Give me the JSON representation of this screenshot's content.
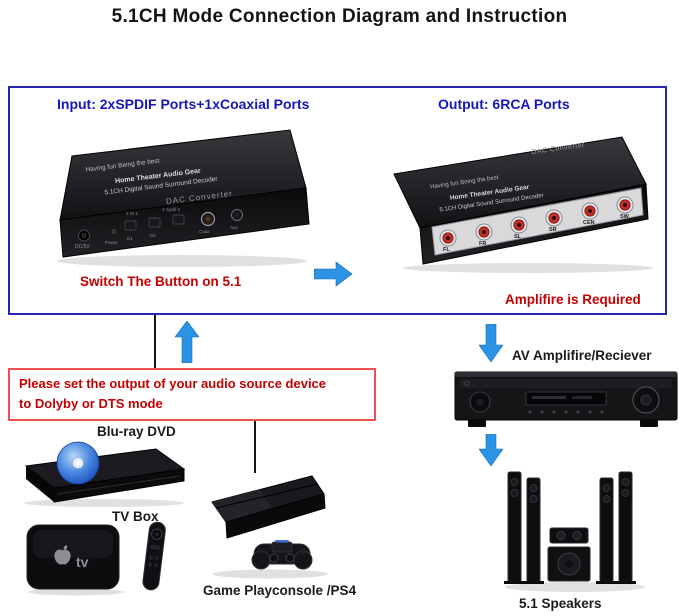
{
  "title": "5.1CH Mode Connection Diagram and Instruction",
  "connection_panel": {
    "input_label": "Input: 2xSPDIF Ports+1xCoaxial Ports",
    "output_label": "Output: 6RCA Ports",
    "switch_note": "Switch The Button on 5.1",
    "amplifier_note": "Amplifire is Required"
  },
  "left_device": {
    "brand_line": "Having fun Being the best",
    "product_line1": "Home Theater Audio Gear",
    "product_line2": "5.1CH Digital Sound Surround Decoder",
    "model": "DAC Converter",
    "port_labels": {
      "dc": "DC/5V",
      "power": "Power",
      "two_in_one": "2 IN 1",
      "d1": "D1",
      "d2": "D2",
      "spdif": "1-Spdif-2",
      "coax": "Coax",
      "aux": "Aux"
    }
  },
  "right_device": {
    "model": "DAC Converter",
    "brand_line": "Having fun Being the best",
    "product_line1": "Home Theater Audio Gear",
    "product_line2": "5.1CH Digital Sound Surround Decoder",
    "rca_labels": [
      "FL",
      "FR",
      "SL",
      "SR",
      "CEN",
      "SW"
    ]
  },
  "source_note": {
    "line1": "Please set the output of your audio source device",
    "line2": "to Dolyby or DTS mode"
  },
  "device_labels": {
    "bluray": "Blu-ray DVD",
    "tv_box": "TV Box",
    "tv_box_logo": "tv",
    "game_console": "Game Playconsole /PS4",
    "av_receiver": "AV Amplifire/Reciever",
    "speakers": "5.1 Speakers"
  },
  "colors": {
    "header_blue": "#1717b9",
    "note_red": "#c40000",
    "arrow_blue": "#2b93e3",
    "arrow_blue_dark": "#1668ad",
    "box_blue": "#2525b0",
    "box_red": "#f05050"
  }
}
